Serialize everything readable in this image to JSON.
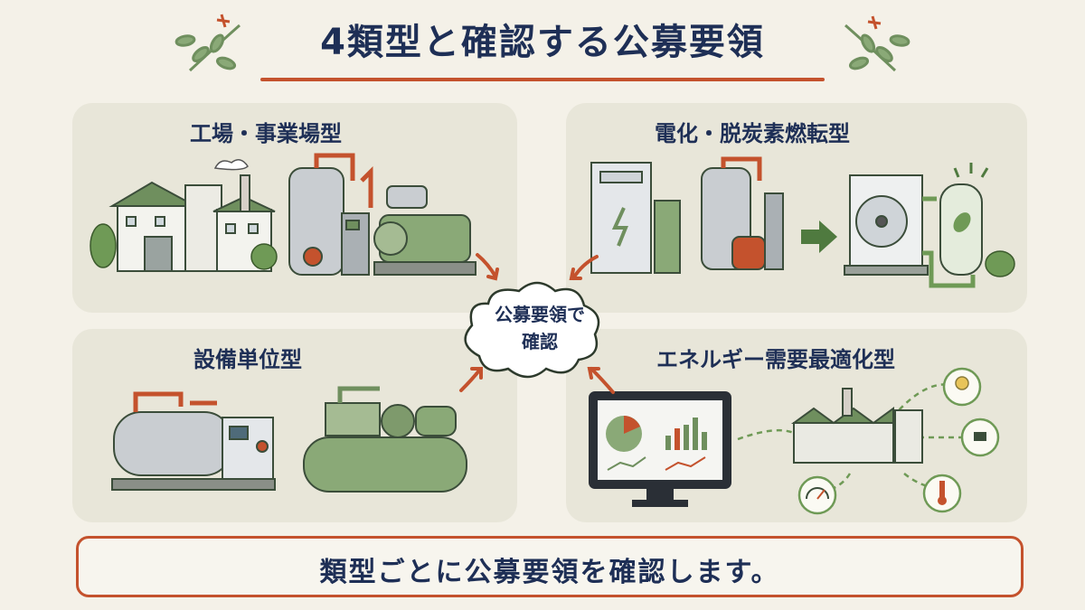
{
  "title": "4類型と確認する公募要領",
  "panels": {
    "factory": {
      "label": "工場・事業場型"
    },
    "electrification": {
      "label": "電化・脱炭素燃転型"
    },
    "equipment": {
      "label": "設備単位型"
    },
    "energy": {
      "label": "エネルギー需要最適化型"
    }
  },
  "center": {
    "line1": "公募要領で",
    "line2": "確認"
  },
  "footer": {
    "text": "類型ごとに公募要領を確認します。"
  },
  "colors": {
    "navy": "#1e2f56",
    "accent": "#c4522d",
    "green": "#6f8f5e",
    "panel": "#e8e6d9"
  }
}
